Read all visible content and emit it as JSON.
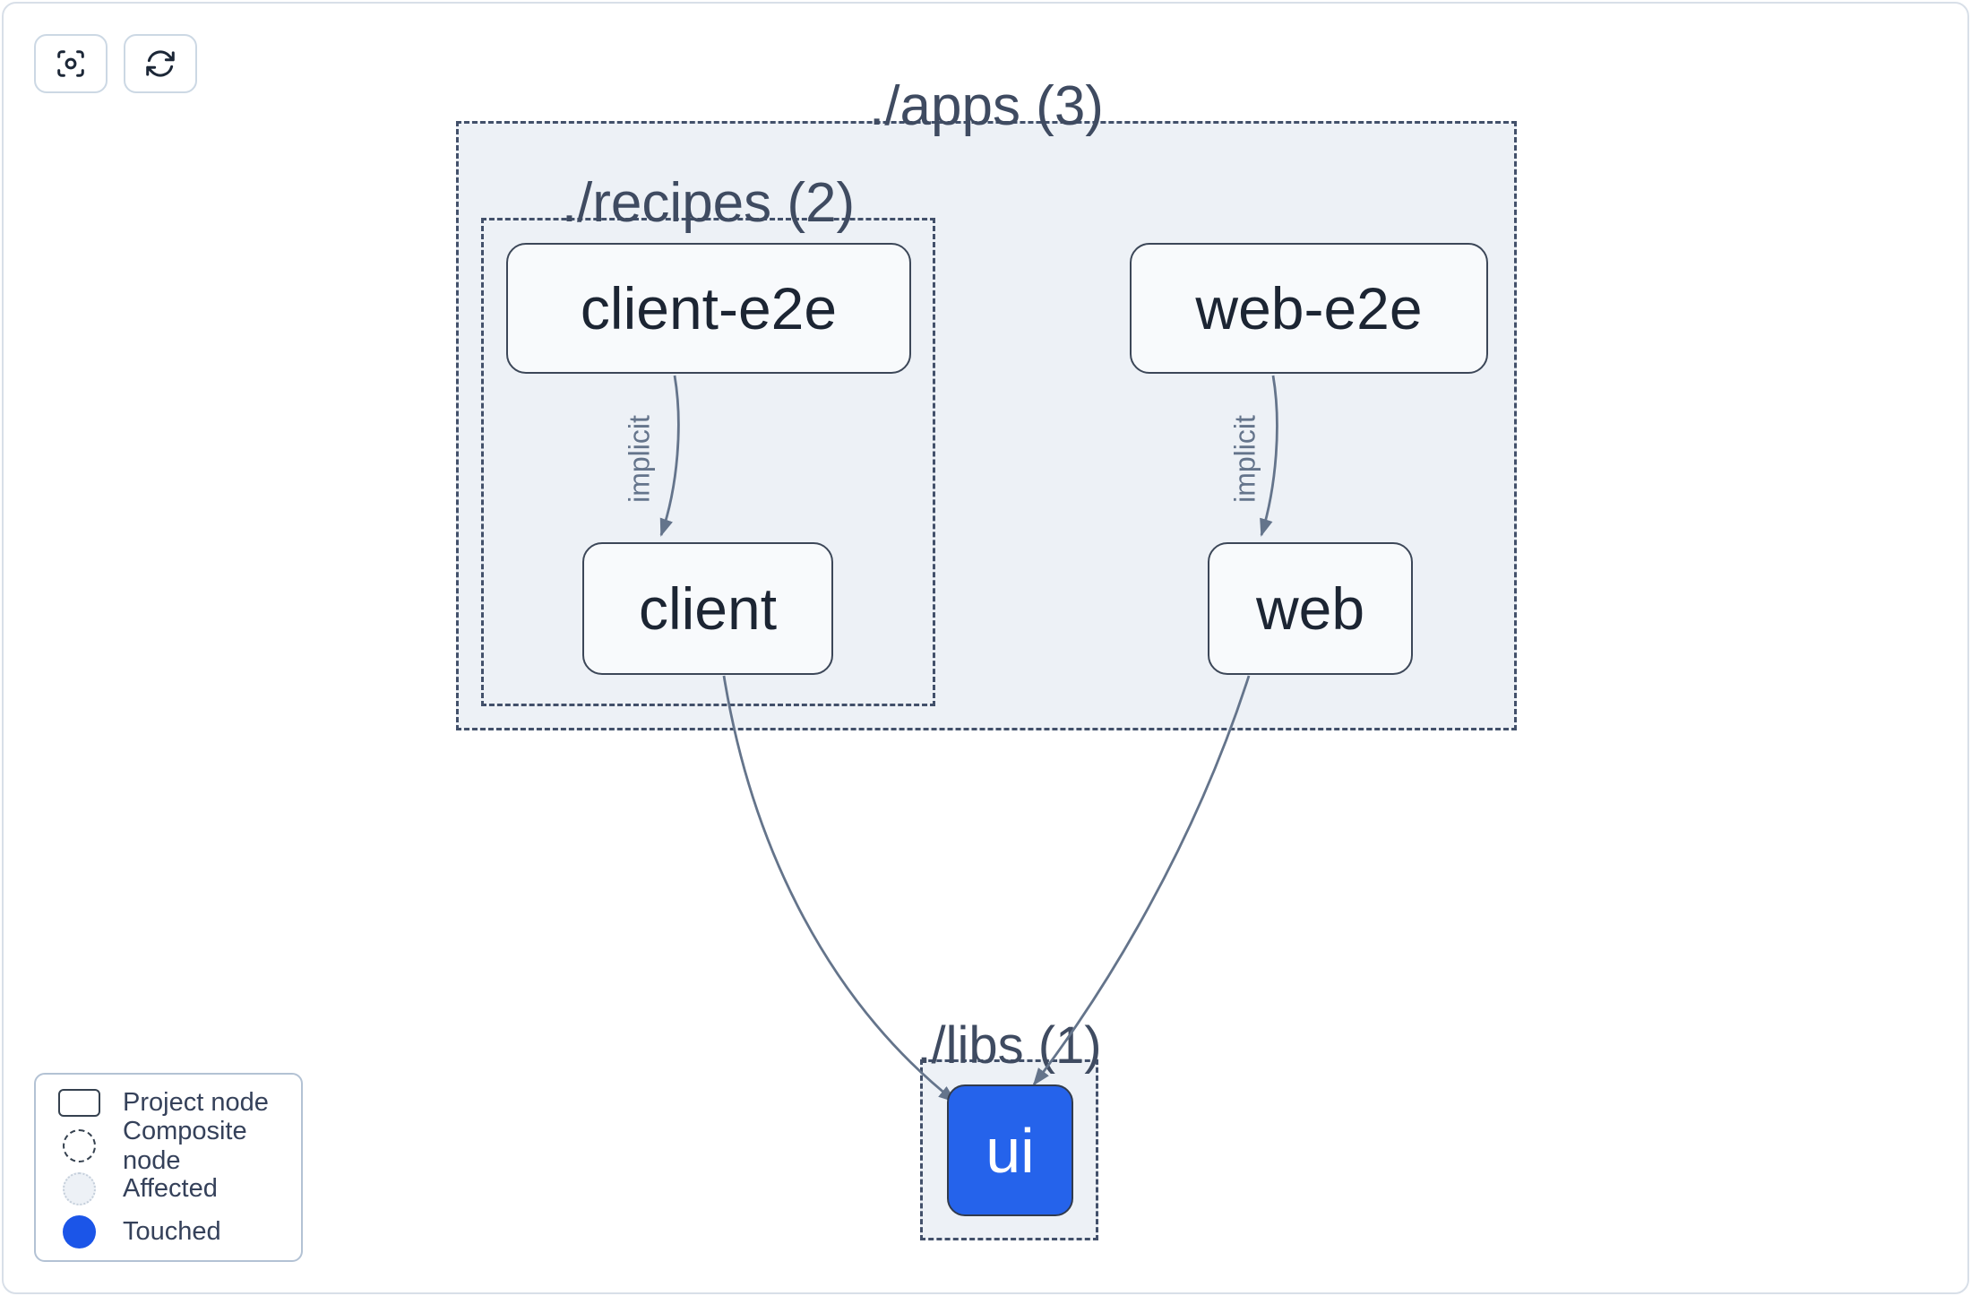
{
  "toolbar": {
    "buttons": [
      {
        "name": "focus-reset",
        "icon": "focus-icon"
      },
      {
        "name": "refresh",
        "icon": "refresh-icon"
      }
    ]
  },
  "graph": {
    "groups": [
      {
        "id": "apps",
        "label": "./apps (3)",
        "count": 3
      },
      {
        "id": "recipes",
        "label": "./recipes (2)",
        "count": 2
      },
      {
        "id": "libs",
        "label": "./libs (1)",
        "count": 1
      }
    ],
    "nodes": [
      {
        "id": "client-e2e",
        "label": "client-e2e",
        "state": "project"
      },
      {
        "id": "web-e2e",
        "label": "web-e2e",
        "state": "project"
      },
      {
        "id": "client",
        "label": "client",
        "state": "project"
      },
      {
        "id": "web",
        "label": "web",
        "state": "project"
      },
      {
        "id": "ui",
        "label": "ui",
        "state": "touched"
      }
    ],
    "edges": [
      {
        "from": "client-e2e",
        "to": "client",
        "label": "implicit"
      },
      {
        "from": "web-e2e",
        "to": "web",
        "label": "implicit"
      },
      {
        "from": "client",
        "to": "ui",
        "label": ""
      },
      {
        "from": "web",
        "to": "ui",
        "label": ""
      }
    ]
  },
  "legend": {
    "items": [
      {
        "swatch": "project",
        "label": "Project node"
      },
      {
        "swatch": "composite",
        "label": "Composite node"
      },
      {
        "swatch": "affected",
        "label": "Affected"
      },
      {
        "swatch": "touched",
        "label": "Touched"
      }
    ]
  },
  "colors": {
    "touched_blue": "#2563eb",
    "legend_touched_blue": "#1b55e8",
    "container_fill": "#edf1f6",
    "dashed_border": "#42506a",
    "node_fill": "#f8fafc",
    "node_border": "#3c4758",
    "node_text": "#1c2533",
    "edge": "#64748b",
    "page_border": "#d8dfe8"
  }
}
